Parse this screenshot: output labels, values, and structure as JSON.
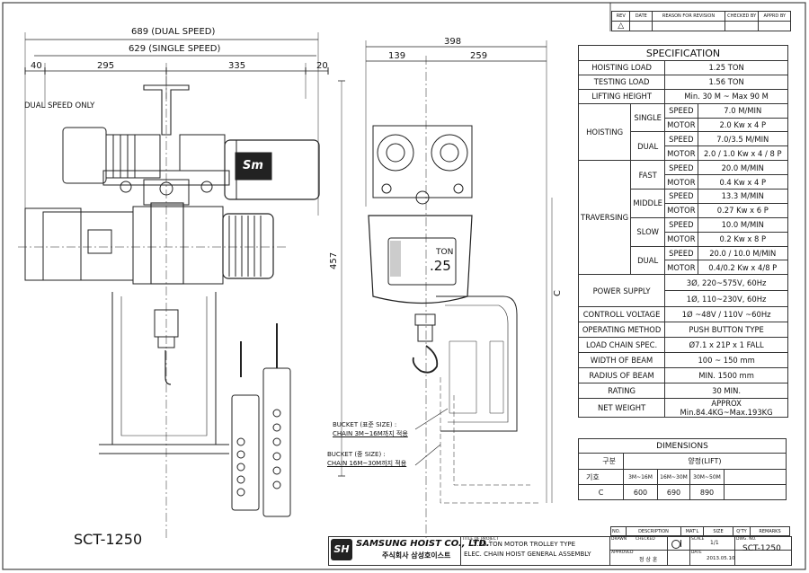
{
  "dimensions": {
    "dual_speed_width": "689 (DUAL SPEED)",
    "single_speed_width": "629 (SINGLE SPEED)",
    "left_offset": "40",
    "left_span": "295",
    "right_span": "335",
    "right_offset": "20",
    "side_total": "398",
    "side_left": "139",
    "side_right": "259",
    "height": "457",
    "c_label": "C",
    "dual_speed_only": "DUAL SPEED ONLY"
  },
  "motor_logo": "Sm",
  "nameplate": {
    "ton_label": "TON",
    "capacity": ".25"
  },
  "buckets": {
    "standard_line1": "BUCKET (표준 SIZE) :",
    "standard_line2": "CHAIN 3M~16M까지 적용",
    "medium_line1": "BUCKET (중 SIZE) :",
    "medium_line2": "CHAIN 16M~30M까지 적용"
  },
  "model": "SCT-1250",
  "revision_header": [
    "REV",
    "DATE",
    "REASON FOR REVISION",
    "CHECKED BY",
    "APPRD BY"
  ],
  "revision_mark": "△",
  "spec": {
    "title": "SPECIFICATION",
    "hoisting_load_label": "HOISTING LOAD",
    "hoisting_load": "1.25  TON",
    "testing_load_label": "TESTING LOAD",
    "testing_load": "1.56  TON",
    "lifting_height_label": "LIFTING HEIGHT",
    "lifting_height": "Min. 30 M ~ Max 90 M",
    "hoisting_label": "HOISTING",
    "single_label": "SINGLE",
    "dual_label": "DUAL",
    "speed_label": "SPEED",
    "motor_label": "MOTOR",
    "hoist_single_speed": "7.0  M/MIN",
    "hoist_single_motor": "2.0 Kw x 4 P",
    "hoist_dual_speed": "7.0/3.5  M/MIN",
    "hoist_dual_motor": "2.0 / 1.0 Kw x 4 / 8 P",
    "traversing_label": "TRAVERSING",
    "fast_label": "FAST",
    "middle_label": "MIDDLE",
    "slow_label": "SLOW",
    "fast_speed": "20.0 M/MIN",
    "fast_motor": "0.4 Kw x 4 P",
    "middle_speed": "13.3 M/MIN",
    "middle_motor": "0.27 Kw x 6 P",
    "slow_speed": "10.0 M/MIN",
    "slow_motor": "0.2 Kw x 8 P",
    "trav_dual_speed": "20.0 / 10.0 M/MIN",
    "trav_dual_motor": "0.4/0.2 Kw x 4/8 P",
    "power_supply_label": "POWER SUPPLY",
    "power_supply_1": "3Ø, 220~575V, 60Hz",
    "power_supply_2": "1Ø, 110~230V, 60Hz",
    "control_voltage_label": "CONTROLL VOLTAGE",
    "control_voltage": "1Ø ~48V / 110V ~60Hz",
    "operating_method_label": "OPERATING METHOD",
    "operating_method": "PUSH BUTTON TYPE",
    "load_chain_label": "LOAD CHAIN SPEC.",
    "load_chain": "Ø7.1 x 21P x 1 FALL",
    "width_of_beam_label": "WIDTH OF BEAM",
    "width_of_beam": "100 ~ 150 mm",
    "radius_of_beam_label": "RADIUS OF BEAM",
    "radius_of_beam": "MIN. 1500 mm",
    "rating_label": "RATING",
    "rating": "30 MIN.",
    "net_weight_label": "NET WEIGHT",
    "net_weight": "APPROX  Min.84.4KG~Max.193KG"
  },
  "dims": {
    "title": "DIMENSIONS",
    "gubun": "구분",
    "lift_label": "양정(LIFT)",
    "symbol": "기호",
    "cols": [
      "3M~16M",
      "16M~30M",
      "30M~50M"
    ],
    "row_label": "C",
    "values": [
      "600",
      "690",
      "890"
    ]
  },
  "title_block": {
    "no_label": "NO.",
    "description_label": "DESCRIPTION",
    "matl_label": "MAT'L",
    "size_label": "SIZE",
    "qty_label": "Q'TY",
    "remarks_label": "REMARKS",
    "company_en": "SAMSUNG HOIST CO., LTD.",
    "company_kr": "주식회사 삼성호이스트",
    "logo": "SH",
    "project_label": "TITLE OF PROJECT",
    "title_line1": "1.25 TON MOTOR TROLLEY TYPE",
    "title_line2": "ELEC. CHAIN HOIST GENERAL ASSEMBLY",
    "drawn_label": "DRAWN",
    "checked_label": "CHECKED",
    "approved_label": "APPROVED",
    "scale_label": "SCALE",
    "scale": "1/1",
    "date_label": "DATE",
    "date": "2013.05.10",
    "drawer": "정 상 훈",
    "dwg_no_label": "DWG. NO.",
    "dwg_no": "SCT-1250"
  }
}
